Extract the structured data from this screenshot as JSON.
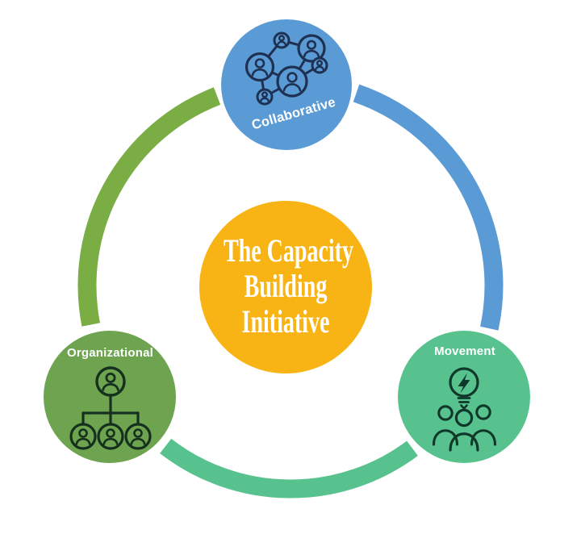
{
  "diagram": {
    "name": "capacity-building-initiative-cycle",
    "background_color": "#FFFFFF",
    "center_circle": {
      "title_line1": "The Capacity",
      "title_line2": "Building",
      "title_line3": "Initiative",
      "color": "#F8B414",
      "text_color": "#FFFFFF"
    },
    "nodes": [
      {
        "label": "Collaborative",
        "color": "#5B9BD5",
        "icon": "network-people-icon",
        "icon_color": "#1F3152",
        "position": "top"
      },
      {
        "label": "Organizational",
        "color": "#6EA450",
        "icon": "org-chart-icon",
        "icon_color": "#15301D",
        "position": "bottom-left"
      },
      {
        "label": "Movement",
        "color": "#57C28E",
        "icon": "team-idea-icon",
        "icon_color": "#10382A",
        "position": "bottom-right"
      }
    ],
    "ring_segments": [
      {
        "name": "left-arc",
        "color": "#7AAD44"
      },
      {
        "name": "right-arc",
        "color": "#5B9BD5"
      },
      {
        "name": "bottom-arc",
        "color": "#57C28E"
      }
    ]
  }
}
